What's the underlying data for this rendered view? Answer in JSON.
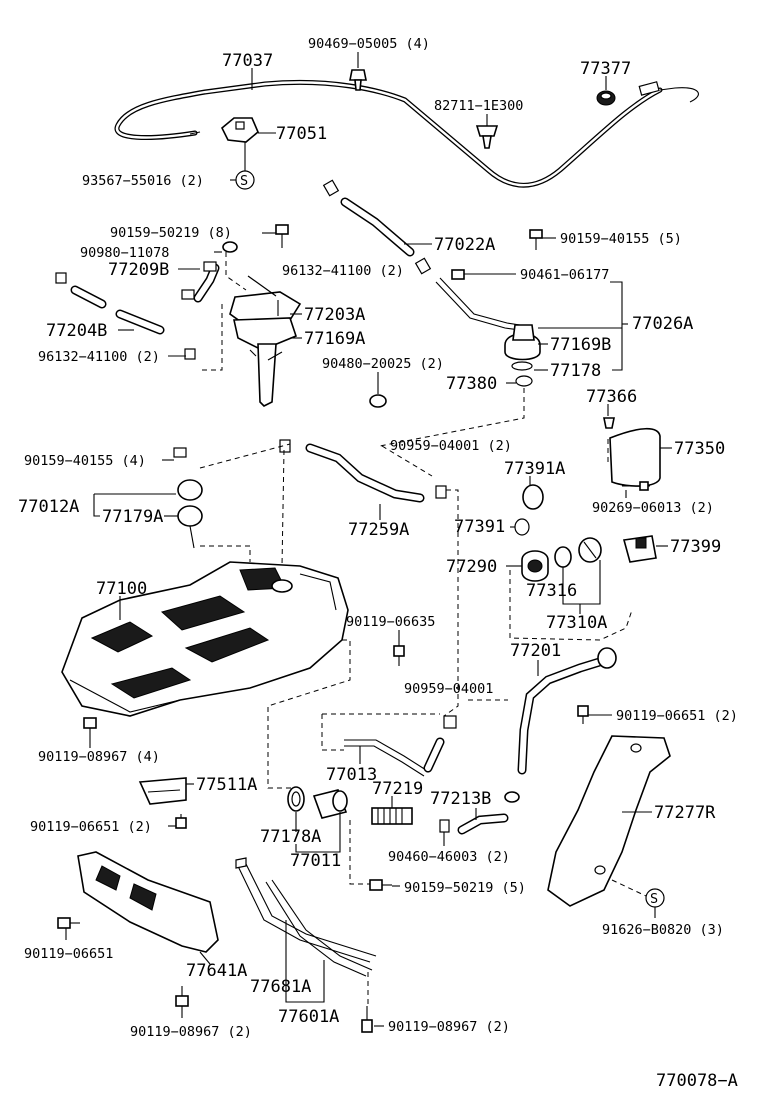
{
  "parts": {
    "p77037": "77037",
    "p90469_05005": "90469−05005 (4)",
    "p77377": "77377",
    "p82711_1e300": "82711−1E300",
    "p77051": "77051",
    "p93567_55016": "93567−55016 (2)",
    "p90159_50219_8": "90159−50219 (8)",
    "p90980_11078": "90980−11078",
    "p77022a": "77022A",
    "p90159_40155_5": "90159−40155 (5)",
    "p77209b": "77209B",
    "p96132_41100_r": "96132−41100 (2)",
    "p90461_06177": "90461−06177",
    "p77203a": "77203A",
    "p77026a": "77026A",
    "p77204b": "77204B",
    "p77169a": "77169A",
    "p77169b": "77169B",
    "p96132_41100_l": "96132−41100 (2)",
    "p90480_20025": "90480−20025 (2)",
    "p77178": "77178",
    "p77380": "77380",
    "p77366": "77366",
    "p90959_04001_2": "90959−04001 (2)",
    "p77350": "77350",
    "p90159_40155_4": "90159−40155 (4)",
    "p77391a": "77391A",
    "p77012a": "77012A",
    "p90269_06013": "90269−06013 (2)",
    "p77179a": "77179A",
    "p77259a": "77259A",
    "p77391": "77391",
    "p77399": "77399",
    "p77290": "77290",
    "p77316": "77316",
    "p77100": "77100",
    "p77310a": "77310A",
    "p90119_06635": "90119−06635",
    "p77201": "77201",
    "p90959_04001": "90959−04001",
    "p90119_06651_2r": "90119−06651 (2)",
    "p90119_08967_4": "90119−08967 (4)",
    "p77013": "77013",
    "p77219": "77219",
    "p77213b": "77213B",
    "p77511a": "77511A",
    "p77277r": "77277R",
    "p90119_06651_2l": "90119−06651 (2)",
    "p77178a": "77178A",
    "p77011": "77011",
    "p90460_46003": "90460−46003 (2)",
    "p90159_50219_5": "90159−50219 (5)",
    "p91626_b0820": "91626−B0820 (3)",
    "p90119_06651": "90119−06651",
    "p77641a": "77641A",
    "p77681a": "77681A",
    "p77601a": "77601A",
    "p90119_08967_2l": "90119−08967 (2)",
    "p90119_08967_2r": "90119−08967 (2)"
  },
  "markers": {
    "s_symbol": "S"
  },
  "diagram_code": "770078−A"
}
